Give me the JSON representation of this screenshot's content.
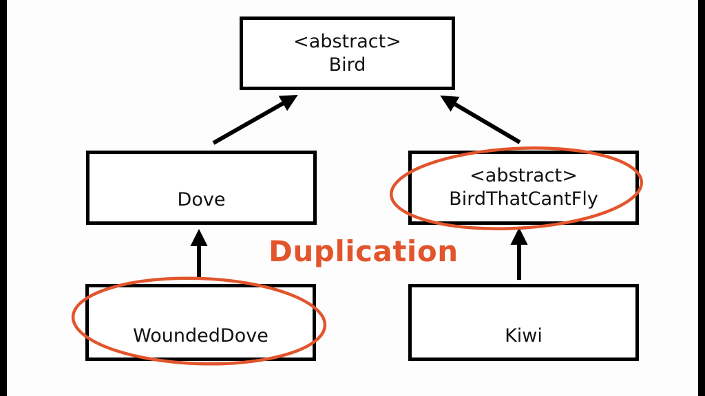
{
  "diagram": {
    "classes": {
      "bird": {
        "stereotype": "<abstract>",
        "name": "Bird"
      },
      "dove": {
        "name": "Dove"
      },
      "bird_that_cant_fly": {
        "stereotype": "<abstract>",
        "name": "BirdThatCantFly"
      },
      "wounded_dove": {
        "name": "WoundedDove"
      },
      "kiwi": {
        "name": "Kiwi"
      }
    },
    "relations": [
      {
        "from": "dove",
        "to": "bird",
        "type": "inheritance"
      },
      {
        "from": "bird_that_cant_fly",
        "to": "bird",
        "type": "inheritance"
      },
      {
        "from": "wounded_dove",
        "to": "dove",
        "type": "inheritance"
      },
      {
        "from": "kiwi",
        "to": "bird_that_cant_fly",
        "type": "inheritance"
      }
    ],
    "annotation": {
      "label": "Duplication",
      "highlighted": [
        "wounded_dove",
        "bird_that_cant_fly"
      ],
      "color": "#e2552c"
    }
  }
}
